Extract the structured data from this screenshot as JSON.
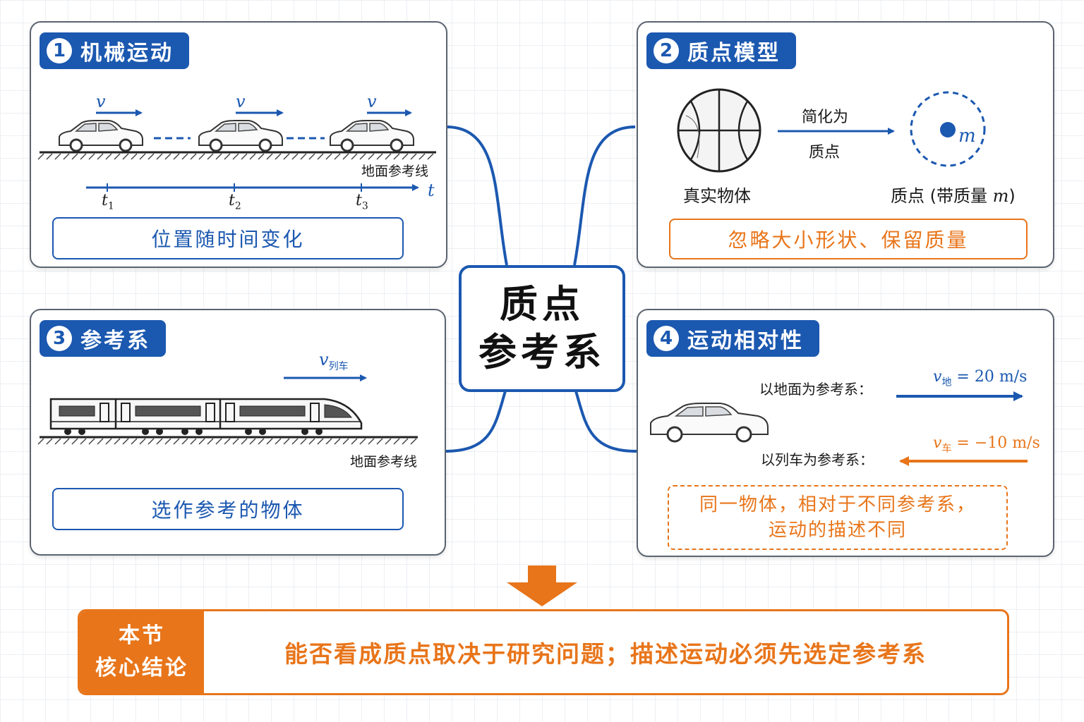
{
  "center": {
    "line1": "质点",
    "line2": "参考系"
  },
  "panel1": {
    "num": "1",
    "title": "机械运动",
    "velocity_symbol": "v",
    "ground_label": "地面参考线",
    "time_axis_label": "t",
    "time_ticks": [
      {
        "base": "t",
        "sub": "1"
      },
      {
        "base": "t",
        "sub": "2"
      },
      {
        "base": "t",
        "sub": "3"
      }
    ],
    "box_text": "位置随时间变化"
  },
  "panel2": {
    "num": "2",
    "title": "质点模型",
    "arrow_top": "简化为",
    "arrow_bottom": "质点",
    "mass_symbol": "m",
    "real_label": "真实物体",
    "point_label_pre": "质点 (带质量 ",
    "point_label_m": "m",
    "point_label_post": ")",
    "box_text": "忽略大小形状、保留质量"
  },
  "panel3": {
    "num": "3",
    "title": "参考系",
    "velocity_symbol": "v",
    "velocity_sub": "列车",
    "ground_label": "地面参考线",
    "box_text": "选作参考的物体"
  },
  "panel4": {
    "num": "4",
    "title": "运动相对性",
    "frame1_label": "以地面为参考系：",
    "v1_symbol": "v",
    "v1_sub": "地",
    "v1_value": " = 20 m/s",
    "frame2_label": "以列车为参考系：",
    "v2_symbol": "v",
    "v2_sub": "车",
    "v2_value": " = −10 m/s",
    "note_line1": "同一物体，相对于不同参考系，",
    "note_line2": "运动的描述不同"
  },
  "summary": {
    "tag_line1": "本节",
    "tag_line2": "核心结论",
    "text": "能否看成质点取决于研究问题；描述运动必须先选定参考系"
  },
  "colors": {
    "blue": "#1b58b0",
    "orange": "#e8751a",
    "border": "#5b6470"
  },
  "icons": [
    "car-icon",
    "train-icon",
    "basketball-icon",
    "mass-point-icon",
    "down-arrow-icon"
  ]
}
